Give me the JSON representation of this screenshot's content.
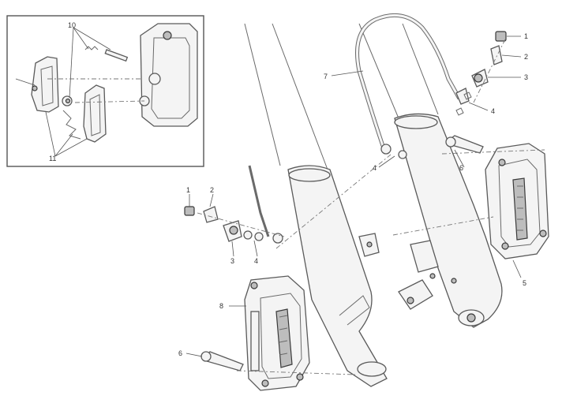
{
  "diagram": {
    "callouts": {
      "c1_top": "1",
      "c2_top": "2",
      "c3_top": "3",
      "c4_top": "4",
      "c7": "7",
      "c6_right": "6",
      "c5": "5",
      "c4_mid": "4",
      "c1_left": "1",
      "c2_left": "2",
      "c3_left": "3",
      "c4_left": "4",
      "c8": "8",
      "c6_left": "6",
      "c10": "10",
      "c11": "11"
    }
  }
}
